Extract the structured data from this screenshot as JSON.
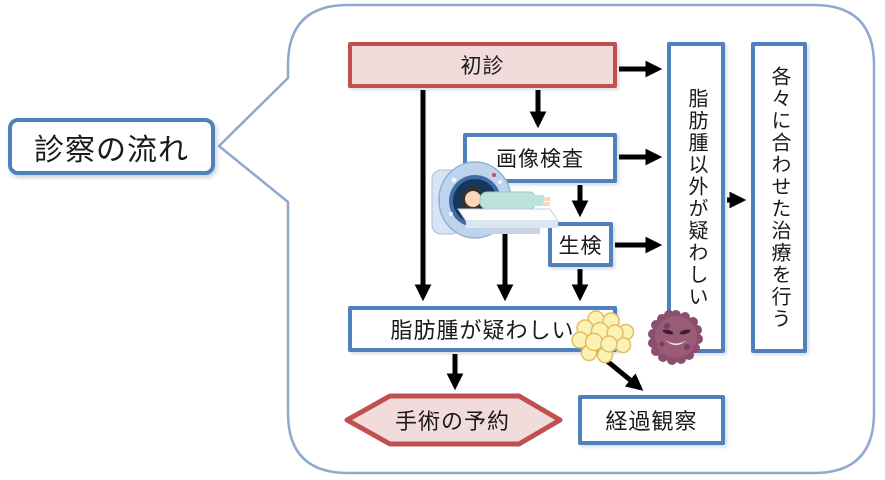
{
  "callout": {
    "label": "診察の流れ"
  },
  "nodes": {
    "first_visit": {
      "label": "初診"
    },
    "imaging_exam": {
      "label": "画像検査"
    },
    "biopsy": {
      "label": "生検"
    },
    "lipoma_suspected": {
      "label": "脂肪腫が疑わしい"
    },
    "non_lipoma_suspected": {
      "label": "脂肪腫以外が疑わしい"
    },
    "tailored_treatment": {
      "label": "各々に合わせた治療を行う"
    },
    "surgery_reservation": {
      "label": "手術の予約"
    },
    "follow_up": {
      "label": "経過観察"
    }
  },
  "icons": {
    "mri_scanner": "ct-mri-scanner-with-patient",
    "fat_cells": "yellow-fat-cell-cluster",
    "tumor_cell": "purple-tumor-cell-face"
  },
  "edges": [
    {
      "from": "first_visit",
      "to": "non_lipoma_suspected"
    },
    {
      "from": "first_visit",
      "to": "imaging_exam"
    },
    {
      "from": "first_visit",
      "to": "lipoma_suspected"
    },
    {
      "from": "imaging_exam",
      "to": "non_lipoma_suspected"
    },
    {
      "from": "imaging_exam",
      "to": "biopsy"
    },
    {
      "from": "imaging_exam",
      "to": "lipoma_suspected"
    },
    {
      "from": "biopsy",
      "to": "non_lipoma_suspected"
    },
    {
      "from": "biopsy",
      "to": "lipoma_suspected"
    },
    {
      "from": "non_lipoma_suspected",
      "to": "tailored_treatment"
    },
    {
      "from": "lipoma_suspected",
      "to": "surgery_reservation"
    },
    {
      "from": "lipoma_suspected",
      "to": "follow_up"
    }
  ],
  "colors": {
    "accent_blue": "#4F81BD",
    "accent_red": "#C0504D",
    "pink_fill": "#F2DCDB",
    "bubble_border": "#8FA9CE",
    "arrow": "#000000"
  }
}
